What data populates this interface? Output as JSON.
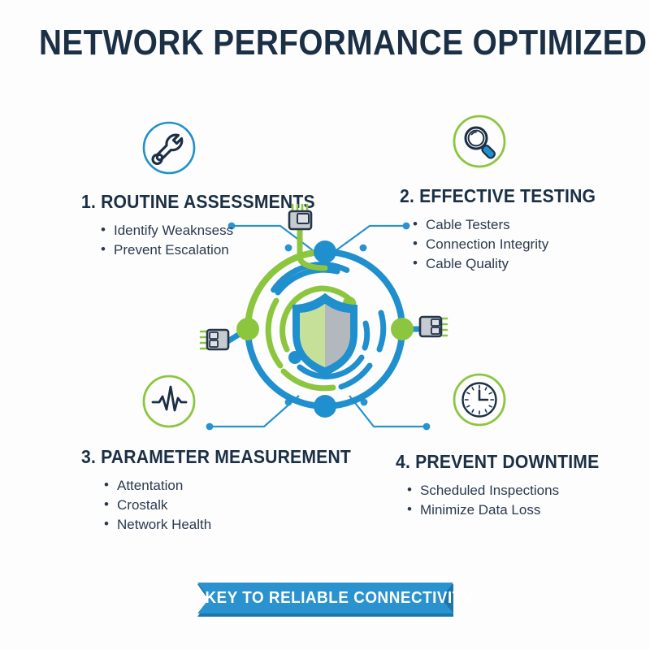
{
  "page": {
    "title": "NETWORK PERFORMANCE OPTIMIZED",
    "background_color": "#fdfdfd",
    "title_color": "#1b2f45"
  },
  "colors": {
    "navy": "#1b2f45",
    "blue": "#1f8fce",
    "blue_dark": "#1878ad",
    "green": "#8cc63f",
    "gray": "#b3b8bd",
    "body_text": "#2a3a4d"
  },
  "sections": [
    {
      "id": "routine-assessments",
      "heading": "1. ROUTINE ASSESSMENTS",
      "icon": "wrench-icon",
      "icon_ring_color": "#1f8fce",
      "bullets": [
        "Identify Weaknsess",
        "Prevent Escalation"
      ]
    },
    {
      "id": "effective-testing",
      "heading": "2. EFFECTIVE TESTING",
      "icon": "magnifier-icon",
      "icon_ring_color": "#8cc63f",
      "bullets": [
        "Cable Testers",
        "Connection Integrity",
        "Cable Quality"
      ]
    },
    {
      "id": "parameter-measurement",
      "heading": "3. PARAMETER MEASUREMENT",
      "icon": "pulse-icon",
      "icon_ring_color": "#8cc63f",
      "bullets": [
        "Attentation",
        "Crostalk",
        "Network Health"
      ]
    },
    {
      "id": "prevent-downtime",
      "heading": "4. PREVENT DOWNTIME",
      "icon": "clock-icon",
      "icon_ring_color": "#8cc63f",
      "bullets": [
        "Scheduled Inspections",
        "Minimize Data Loss"
      ]
    }
  ],
  "hub": {
    "center_icon": "shield-icon",
    "connector_icons": [
      "rj45-plug-top-icon",
      "rj45-plug-right-icon",
      "rj45-plug-left-icon"
    ],
    "node_dots": [
      {
        "name": "hub-node-top",
        "color": "#1f8fce"
      },
      {
        "name": "hub-node-right",
        "color": "#8cc63f"
      },
      {
        "name": "hub-node-bottom",
        "color": "#1f8fce"
      },
      {
        "name": "hub-node-left",
        "color": "#8cc63f"
      }
    ]
  },
  "ribbon": {
    "label": "KEY TO RELIABLE CONNECTIVITY",
    "fill_color": "#2a92ce",
    "shadow_color": "#1c76ab"
  }
}
